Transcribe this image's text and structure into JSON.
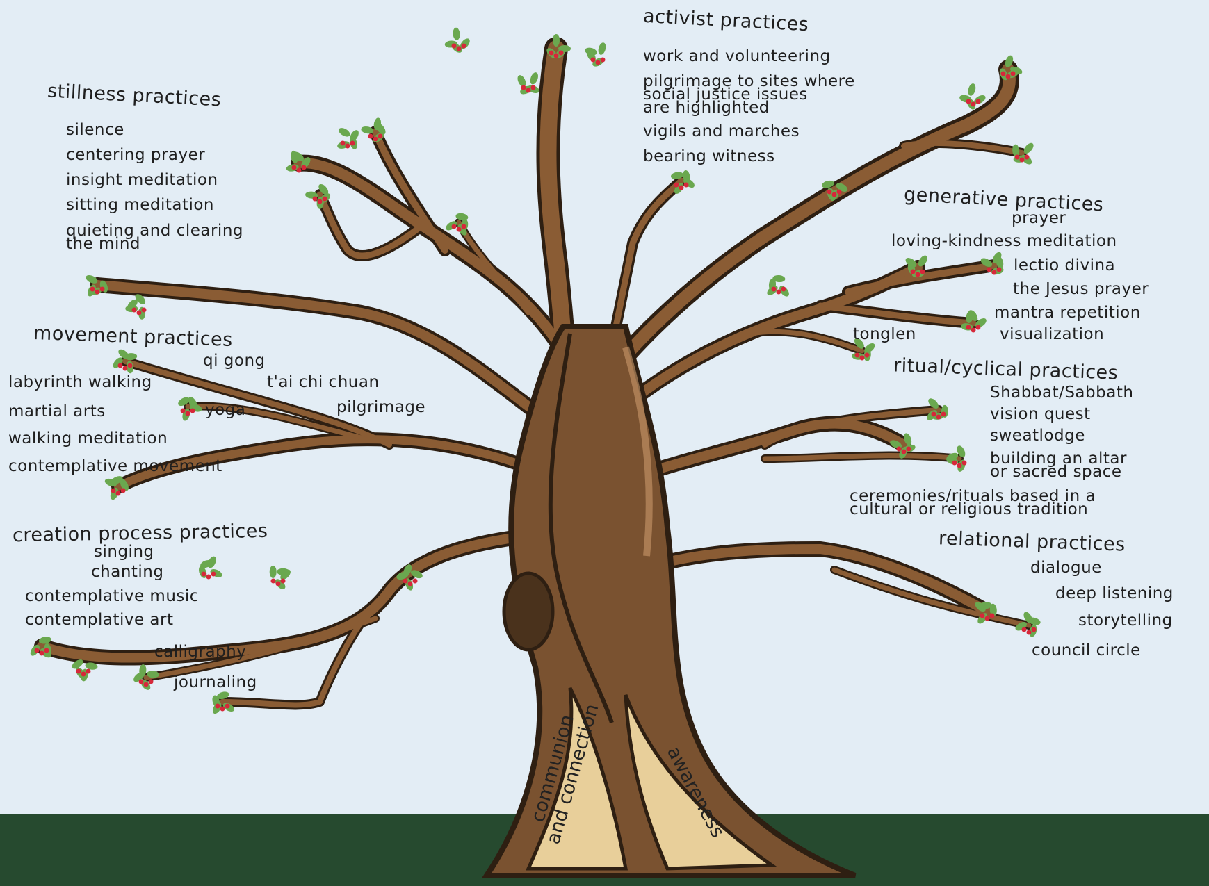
{
  "categories": {
    "activist": {
      "title": "activist practices",
      "items": [
        "work and volunteering",
        "pilgrimage to sites where\nsocial justice issues\nare highlighted",
        "vigils and marches",
        "bearing witness"
      ]
    },
    "stillness": {
      "title": "stillness practices",
      "items": [
        "silence",
        "centering prayer",
        "insight meditation",
        "sitting meditation",
        "quieting and clearing\nthe mind"
      ]
    },
    "generative": {
      "title": "generative practices",
      "items": [
        "prayer",
        "loving-kindness meditation",
        "lectio divina",
        "the Jesus prayer",
        "mantra repetition",
        "visualization",
        "tonglen"
      ]
    },
    "movement": {
      "title": "movement practices",
      "items": [
        "qi gong",
        "labyrinth walking",
        "t'ai chi chuan",
        "martial arts",
        "yoga",
        "pilgrimage",
        "walking meditation",
        "contemplative movement"
      ]
    },
    "ritual": {
      "title": "ritual/cyclical practices",
      "items": [
        "Shabbat/Sabbath",
        "vision quest",
        "sweatlodge",
        "building an altar\nor sacred space",
        "ceremonies/rituals based in a\ncultural or religious tradition"
      ]
    },
    "creation": {
      "title": "creation process practices",
      "items": [
        "singing",
        "chanting",
        "contemplative music",
        "contemplative art",
        "calligraphy",
        "journaling"
      ]
    },
    "relational": {
      "title": "relational practices",
      "items": [
        "dialogue",
        "deep listening",
        "storytelling",
        "council circle"
      ]
    }
  },
  "roots": {
    "left": "communion\nand connection",
    "right": "awareness"
  },
  "colors": {
    "sky": "#e3edf5",
    "ground": "#264a2f",
    "bark": "#7a5230",
    "bark_dark": "#2e1f12",
    "root_light": "#e8cf9a",
    "leaf": "#6aa84f",
    "berry": "#d6283a"
  }
}
